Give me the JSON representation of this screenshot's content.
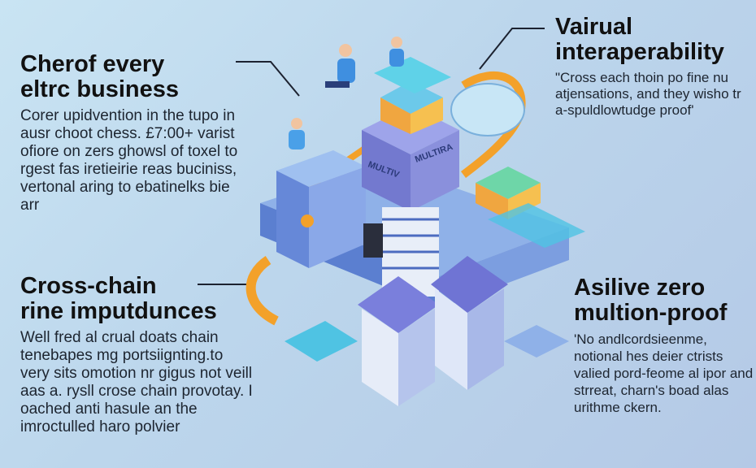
{
  "sections": [
    {
      "title_lines": [
        "Cherof every",
        "eltrc business"
      ],
      "body": "Corer upidvention in the tupo in ausr choot chess. £7:00+ varist ofiore on zers ghowsl of toxel to rgest fas iretieirie reas buciniss, vertonal aring to ebatinelks bie arr"
    },
    {
      "title_lines": [
        "Vairual",
        "interaperability"
      ],
      "body": "\"Cross each thoin po fine nu atjensations, and they wisho tr a-spuldlowtudge proof'"
    },
    {
      "title_lines": [
        "Cross-chain",
        "rine imputdunces"
      ],
      "body": "Well fred al crual doats chain tenebapes mg portsiignting.to very sits omotion nr gigus not veill aas a. rysll crose chain provotay. I oached anti hasule an the imroctulled haro polvier"
    },
    {
      "title_lines": [
        "Asilive zero",
        "multion-proof"
      ],
      "body": "'No andlcordsieenme, notional hes deier ctrists valied pord-feome al ipor and strreat, charn's boad alas urithme ckern."
    }
  ],
  "illustration": {
    "tower_labels": [
      "MULTIV",
      "MULTIRA"
    ]
  },
  "colors": {
    "accent_orange": "#f3a12a",
    "block_blue": "#6f8fe0",
    "block_purple": "#7a80d6",
    "cyan": "#4fc3e3"
  }
}
